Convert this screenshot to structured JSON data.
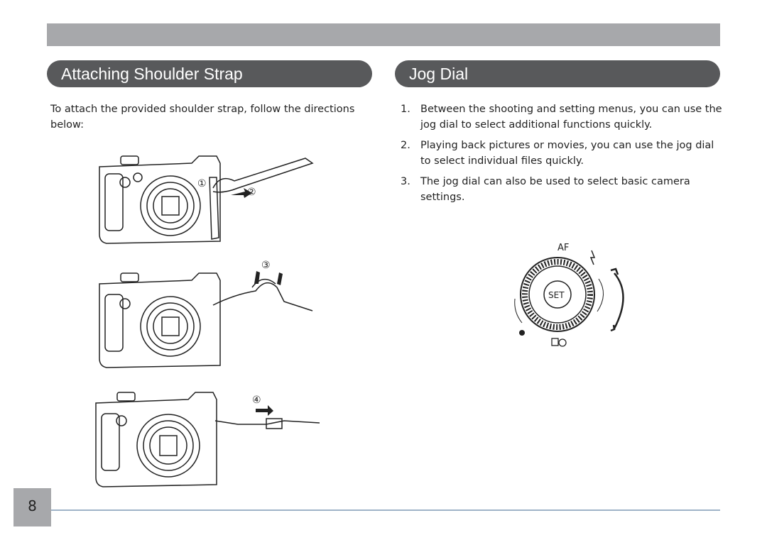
{
  "sections": {
    "left": {
      "title": "Attaching Shoulder Strap",
      "intro": "To attach the provided shoulder strap, follow the directions below:",
      "step_markers": [
        "①",
        "②",
        "③",
        "④"
      ]
    },
    "right": {
      "title": "Jog Dial",
      "items": [
        {
          "num": "1.",
          "text": "Between the shooting and setting menus, you can use the jog dial to select additional functions quickly."
        },
        {
          "num": "2.",
          "text": "Playing back pictures or movies, you can use the jog dial to select individual files quickly."
        },
        {
          "num": "3.",
          "text": "The jog dial can also be used to select basic camera settings."
        }
      ],
      "dial": {
        "top_label": "AF",
        "center_label": "SET"
      }
    }
  },
  "footer": {
    "page_number": "8"
  },
  "colors": {
    "header_bg": "#58595b",
    "top_bar": "#a7a8ab",
    "rule": "#9fb3c8"
  },
  "icons": [
    "flash-icon",
    "macro-icon",
    "delete-selftimer-icon",
    "rotate-arrow-icon"
  ]
}
